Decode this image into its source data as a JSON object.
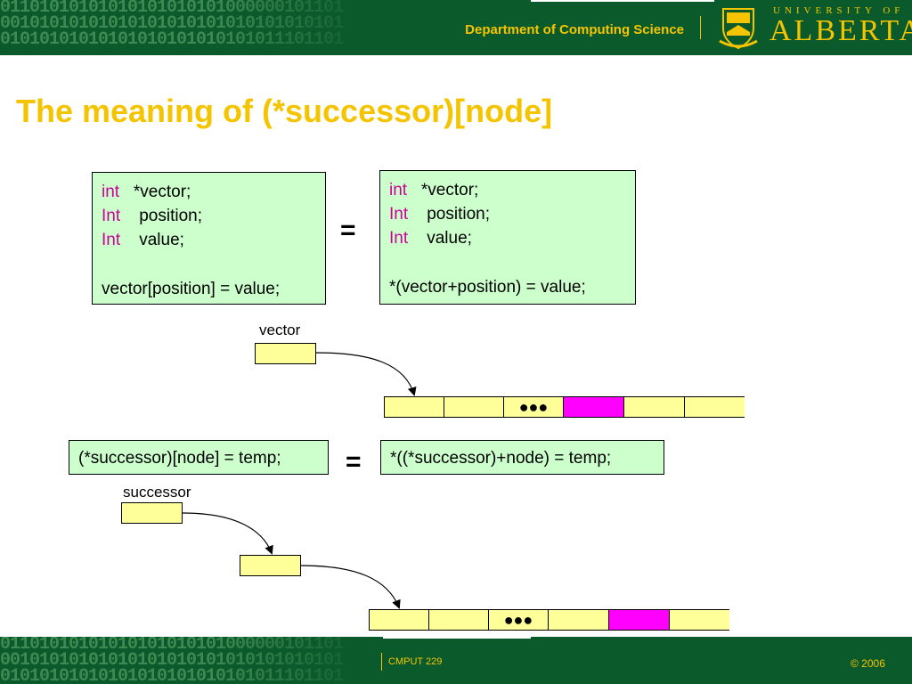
{
  "header": {
    "department": "Department of Computing Science",
    "university_top": "UNIVERSITY OF",
    "university_name": "ALBERTA",
    "binary_rows": [
      "01101010101010101010101000000101101",
      "00101010101010101010101010101010101",
      "01010101010101010101010101011101101"
    ]
  },
  "slide": {
    "title": "The meaning of (*successor)[node]"
  },
  "box1": {
    "kw1": "int",
    "rest1": "   *vector;",
    "kw2": "Int",
    "rest2": "    position;",
    "kw3": "Int",
    "rest3": "    value;",
    "stmt": "vector[position] = value;"
  },
  "box2": {
    "kw1": "int",
    "rest1": "   *vector;",
    "kw2": "Int",
    "rest2": "    position;",
    "kw3": "Int",
    "rest3": "    value;",
    "stmt": "*(vector+position) = value;"
  },
  "eq1": "=",
  "eq2": "=",
  "box3": {
    "stmt": "(*successor)[node] = temp;"
  },
  "box4": {
    "stmt": "*((*successor)+node) = temp;"
  },
  "labels": {
    "vector": "vector",
    "successor": "successor"
  },
  "array_dots": "●●●",
  "footer": {
    "course": "CMPUT 229",
    "copyright": "© 2006"
  },
  "colors": {
    "band": "#0b5a2c",
    "accent": "#f5c400",
    "code_bg": "#ccffcc",
    "keyword": "#cc0099",
    "cell": "#ffff99",
    "highlight": "#ff00ff"
  }
}
